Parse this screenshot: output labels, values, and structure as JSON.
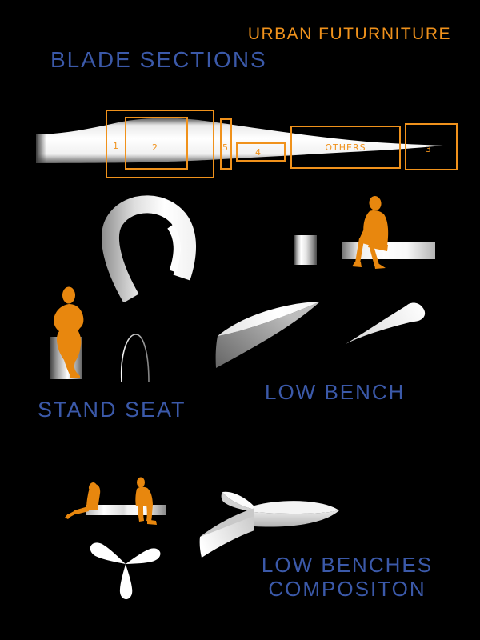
{
  "brand": {
    "title": "URBAN FUTURNITURE"
  },
  "blade": {
    "title": "BLADE SECTIONS",
    "sections": [
      {
        "label": "1"
      },
      {
        "label": "2"
      },
      {
        "label": "5"
      },
      {
        "label": "4"
      },
      {
        "label": "OTHERS"
      },
      {
        "label": "3"
      }
    ]
  },
  "stand_seat": {
    "title": "STAND SEAT"
  },
  "low_bench": {
    "title": "LOW BENCH"
  },
  "composition": {
    "title_line1": "LOW BENCHES",
    "title_line2": "COMPOSITON"
  },
  "colors": {
    "background": "#000000",
    "orange": "#F0921C",
    "blue": "#3B59A9",
    "silhouette": "#E8870E"
  }
}
